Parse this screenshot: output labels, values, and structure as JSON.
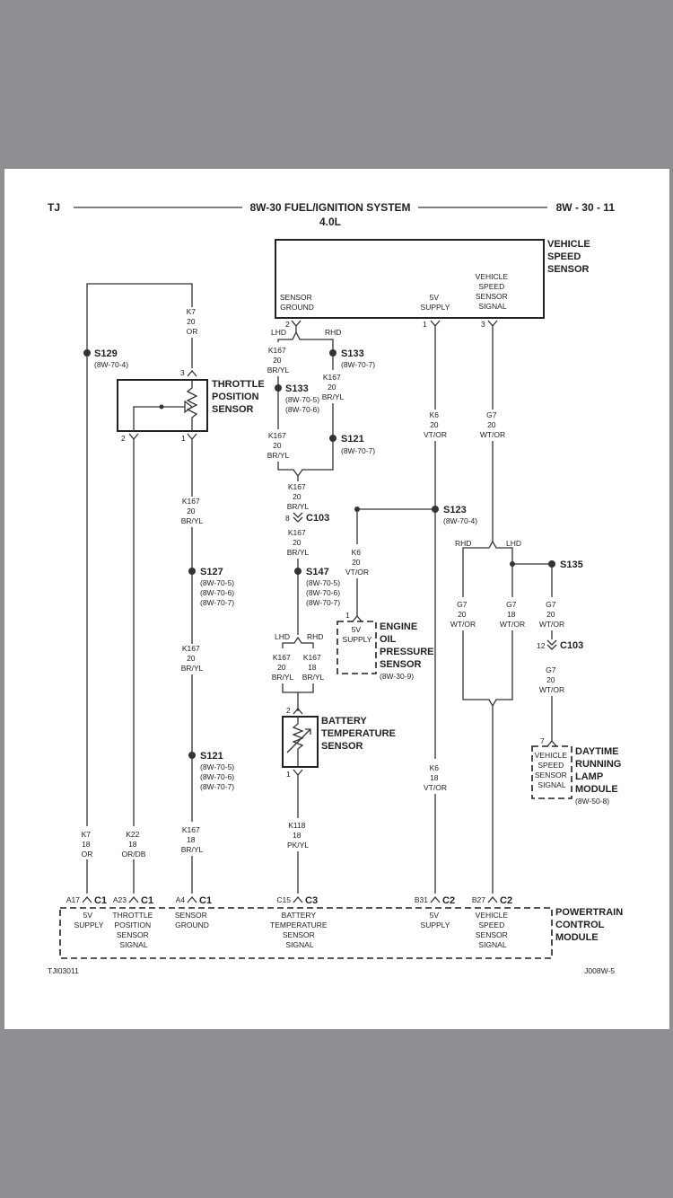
{
  "header": {
    "left": "TJ",
    "title": "8W-30 FUEL/IGNITION SYSTEM",
    "subtitle": "4.0L",
    "right": "8W - 30 - 11"
  },
  "components": {
    "vss": {
      "name": [
        "VEHICLE",
        "SPEED",
        "SENSOR"
      ],
      "pin_sensor_ground": [
        "SENSOR",
        "GROUND"
      ],
      "pin_5v_supply": [
        "5V",
        "SUPPLY"
      ],
      "pin_vss_signal": [
        "VEHICLE",
        "SPEED",
        "SENSOR",
        "SIGNAL"
      ]
    },
    "tps": {
      "name": [
        "THROTTLE",
        "POSITION",
        "SENSOR"
      ]
    },
    "eop": {
      "name": [
        "ENGINE",
        "OIL",
        "PRESSURE",
        "SENSOR"
      ],
      "ref": "(8W-30-9)",
      "pin_label": [
        "5V",
        "SUPPLY"
      ]
    },
    "bts": {
      "name": [
        "BATTERY",
        "TEMPERATURE",
        "SENSOR"
      ]
    },
    "drl": {
      "name": [
        "DAYTIME",
        "RUNNING",
        "LAMP",
        "MODULE"
      ],
      "ref": "(8W-50-8)",
      "pin_label": [
        "VEHICLE",
        "SPEED",
        "SENSOR",
        "SIGNAL"
      ]
    },
    "pcm": {
      "name": [
        "POWERTRAIN",
        "CONTROL",
        "MODULE"
      ]
    }
  },
  "pins": {
    "vss_ground": "2",
    "vss_supply": "1",
    "vss_signal": "3",
    "tps_top": "3",
    "tps_left": "2",
    "tps_right": "1",
    "bts_top": "2",
    "bts_bottom": "1",
    "eop": "1",
    "drl": "7",
    "c103_count_a": "8",
    "c103_count_b": "12"
  },
  "splices": {
    "s129": {
      "name": "S129",
      "ref": [
        "(8W-70-4)"
      ]
    },
    "s133a": {
      "name": "S133",
      "ref": [
        "(8W-70-7)"
      ]
    },
    "s133b": {
      "name": "S133",
      "ref": [
        "(8W-70-5)",
        "(8W-70-6)"
      ]
    },
    "s121a": {
      "name": "S121",
      "ref": [
        "(8W-70-7)"
      ]
    },
    "s123": {
      "name": "S123",
      "ref": [
        "(8W-70-4)"
      ]
    },
    "s135": {
      "name": "S135"
    },
    "s127": {
      "name": "S127",
      "ref": [
        "(8W-70-5)",
        "(8W-70-6)",
        "(8W-70-7)"
      ]
    },
    "s147": {
      "name": "S147",
      "ref": [
        "(8W-70-5)",
        "(8W-70-6)",
        "(8W-70-7)"
      ]
    },
    "s121b": {
      "name": "S121",
      "ref": [
        "(8W-70-5)",
        "(8W-70-6)",
        "(8W-70-7)"
      ]
    }
  },
  "connectors": {
    "c103": "C103"
  },
  "wires": {
    "k7_top": [
      "K7",
      "20",
      "OR"
    ],
    "k7_bottom": [
      "K7",
      "18",
      "OR"
    ],
    "k22": [
      "K22",
      "18",
      "OR/DB"
    ],
    "k167_tps_a": [
      "K167",
      "20",
      "BR/YL"
    ],
    "k167_tps_b": [
      "K167",
      "20",
      "BR/YL"
    ],
    "k167_tps_c": [
      "K167",
      "18",
      "BR/YL"
    ],
    "k167_lhd_a": [
      "K167",
      "20",
      "BR/YL"
    ],
    "k167_rhd_a": [
      "K167",
      "20",
      "BR/YL"
    ],
    "k167_lhd_b": [
      "K167",
      "20",
      "BR/YL"
    ],
    "k167_merge": [
      "K167",
      "20",
      "BR/YL"
    ],
    "k167_c103": [
      "K167",
      "20",
      "BR/YL"
    ],
    "k167_lhd_c": [
      "K167",
      "20",
      "BR/YL"
    ],
    "k167_rhd_c": [
      "K167",
      "18",
      "BR/YL"
    ],
    "k6_top": [
      "K6",
      "20",
      "VT/OR"
    ],
    "k6_eop": [
      "K6",
      "20",
      "VT/OR"
    ],
    "k6_bottom": [
      "K6",
      "18",
      "VT/OR"
    ],
    "g7_top": [
      "G7",
      "20",
      "WT/OR"
    ],
    "g7_rhd": [
      "G7",
      "20",
      "WT/OR"
    ],
    "g7_lhd": [
      "G7",
      "18",
      "WT/OR"
    ],
    "g7_drl": [
      "G7",
      "20",
      "WT/OR"
    ],
    "g7_c103": [
      "G7",
      "20",
      "WT/OR"
    ],
    "k118": [
      "K118",
      "18",
      "PK/YL"
    ]
  },
  "labels": {
    "lhd": "LHD",
    "rhd": "RHD"
  },
  "pcm_pins": [
    {
      "pin": "A17",
      "conn": "C1",
      "label": [
        "5V",
        "SUPPLY"
      ]
    },
    {
      "pin": "A23",
      "conn": "C1",
      "label": [
        "THROTTLE",
        "POSITION",
        "SENSOR",
        "SIGNAL"
      ]
    },
    {
      "pin": "A4",
      "conn": "C1",
      "label": [
        "SENSOR",
        "GROUND"
      ]
    },
    {
      "pin": "C15",
      "conn": "C3",
      "label": [
        "BATTERY",
        "TEMPERATURE",
        "SENSOR",
        "SIGNAL"
      ]
    },
    {
      "pin": "B31",
      "conn": "C2",
      "label": [
        "5V",
        "SUPPLY"
      ]
    },
    {
      "pin": "B27",
      "conn": "C2",
      "label": [
        "VEHICLE",
        "SPEED",
        "SENSOR",
        "SIGNAL"
      ]
    }
  ],
  "footer": {
    "left": "TJI03011",
    "right": "J008W-5"
  },
  "colors": {
    "background": "#8e8e93",
    "sheet": "#ffffff",
    "ink": "#222222"
  }
}
